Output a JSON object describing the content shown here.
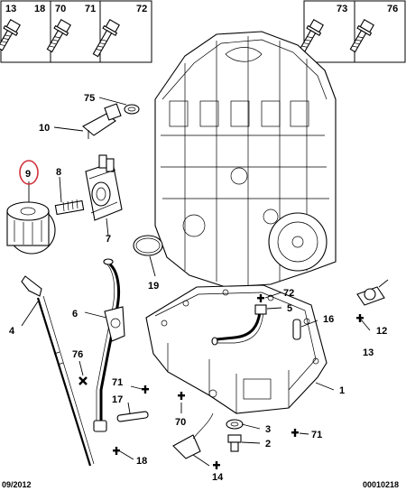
{
  "colors": {
    "ink": "#000000",
    "highlight": "#d0303a",
    "paper": "#ffffff"
  },
  "header_boxes": {
    "left": [
      {
        "labels": [
          "13",
          "18"
        ]
      },
      {
        "labels": [
          "70",
          "71"
        ]
      },
      {
        "labels": [
          "72"
        ]
      }
    ],
    "right": [
      {
        "labels": [
          "73"
        ]
      },
      {
        "labels": [
          "76"
        ]
      }
    ]
  },
  "callouts": {
    "c1": "1",
    "c2": "2",
    "c3": "3",
    "c4": "4",
    "c5": "5",
    "c6": "6",
    "c7": "7",
    "c8": "8",
    "c9": "9",
    "c10": "10",
    "c12": "12",
    "c13": "13",
    "c14": "14",
    "c16": "16",
    "c17": "17",
    "c18": "18",
    "c19": "19",
    "c70": "70",
    "c71a": "71",
    "c71b": "71",
    "c72": "72",
    "c75": "75",
    "c76": "76"
  },
  "highlighted_callout": "9",
  "footer": {
    "date": "09/2012",
    "reference": "00010218"
  }
}
